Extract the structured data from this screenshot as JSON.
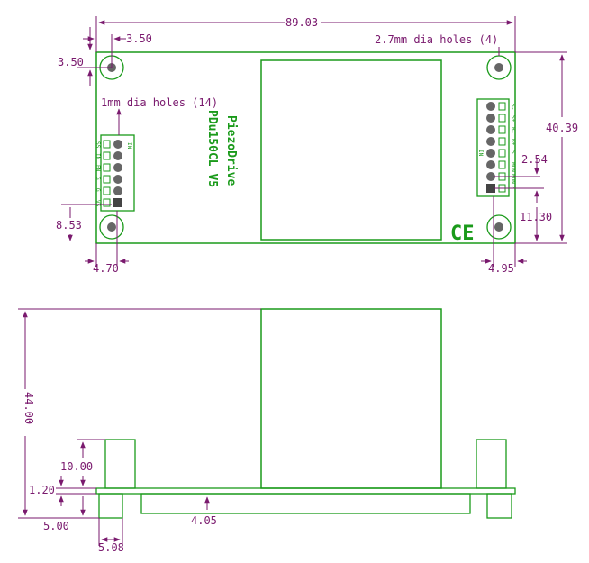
{
  "colors": {
    "outline": "#1a9a1a",
    "dimension": "#7a1a6e",
    "pad": "#666666",
    "pad_square": "#444444",
    "background": "#ffffff"
  },
  "top_view": {
    "dimensions": {
      "board_width": "89.03",
      "hole_offset_x": "3.50",
      "hole_offset_y": "3.50",
      "board_height": "40.39",
      "left_header_offset": "8.53",
      "left_header_x": "4.70",
      "right_header_pitch": "2.54",
      "right_header_height": "11.30",
      "right_header_x": "4.95"
    },
    "labels": {
      "mounting_holes": "2.7mm dia holes (4)",
      "small_holes": "1mm dia holes (14)",
      "brand": "PiezoDrive",
      "model": "PDu150CL V5",
      "ce_mark": "CE"
    },
    "left_pins": [
      "VS",
      "G",
      "G",
      "EN",
      "IN",
      "SS"
    ],
    "left_pin1_mark": "IN",
    "right_pins": [
      "S-",
      "S+",
      "B-",
      "B+",
      "S",
      "MON",
      "MON",
      "G"
    ],
    "right_pin1_mark": "IN"
  },
  "side_view": {
    "dimensions": {
      "total_height": "44.00",
      "header_height": "10.00",
      "board_thickness": "1.20",
      "pin_length": "5.00",
      "pin_width": "5.08",
      "bottom_clearance": "4.05"
    }
  }
}
